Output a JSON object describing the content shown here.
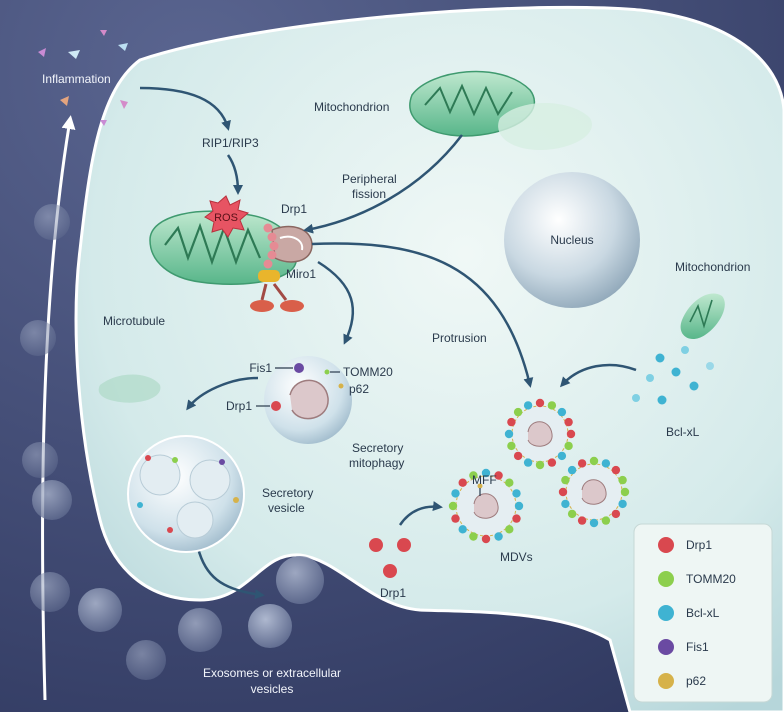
{
  "labels": {
    "inflammation": "Inflammation",
    "rip": "RIP1/RIP3",
    "mitochondrion_top": "Mitochondrion",
    "peripheral": "Peripheral",
    "fission": "fission",
    "ros": "ROS",
    "drp1_top": "Drp1",
    "miro1": "Miro1",
    "microtubule": "Microtubule",
    "nucleus": "Nucleus",
    "mitochondrion_right": "Mitochondrion",
    "protrusion": "Protrusion",
    "fis1": "Fis1",
    "tomm20": "TOMM20",
    "p62": "p62",
    "drp1_mid": "Drp1",
    "secretory": "Secretory",
    "mitophagy": "mitophagy",
    "bclxl": "Bcl-xL",
    "mff": "MFF",
    "secretory_v": "Secretory",
    "vesicle": "vesicle",
    "drp1_bottom": "Drp1",
    "mdvs": "MDVs",
    "exosomes_1": "Exosomes or extracellular",
    "exosomes_2": "vesicles"
  },
  "legend": [
    {
      "label": "Drp1",
      "color": "#d9484f"
    },
    {
      "label": "TOMM20",
      "color": "#8ccf4d"
    },
    {
      "label": "Bcl-xL",
      "color": "#3fb3d2"
    },
    {
      "label": "Fis1",
      "color": "#6a4aa2"
    },
    {
      "label": "p62",
      "color": "#d6b24a"
    }
  ],
  "colors": {
    "background": "#3f4a72",
    "cell": "#d8ecec",
    "arrow": "#2f5573"
  }
}
